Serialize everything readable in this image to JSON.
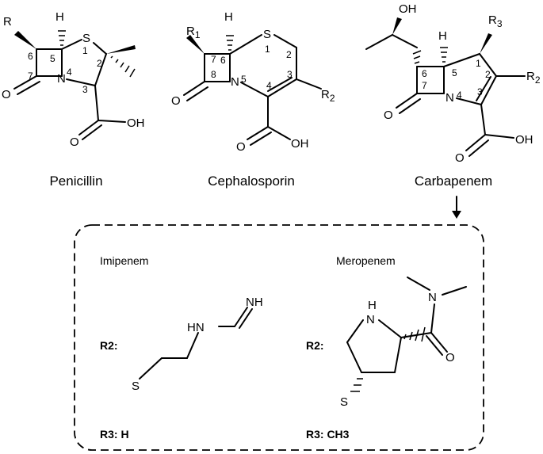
{
  "captions": {
    "penicillin": "Penicillin",
    "cephalosporin": "Cephalosporin",
    "carbapenem": "Carbapenem"
  },
  "penicillin": {
    "atoms": {
      "r": "R",
      "h": "H",
      "s": "S",
      "n": "N",
      "o_ring": "O",
      "o_acid": "O",
      "oh": "OH"
    },
    "numbers": {
      "n1": "1",
      "n2": "2",
      "n3": "3",
      "n4": "4",
      "n5": "5",
      "n6": "6",
      "n7": "7"
    }
  },
  "cephalosporin": {
    "atoms": {
      "r1": "R",
      "r1_sub": "1",
      "h": "H",
      "s": "S",
      "n": "N",
      "o_ring": "O",
      "o_acid": "O",
      "oh": "OH",
      "r2": "R",
      "r2_sub": "2"
    },
    "numbers": {
      "n1": "1",
      "n2": "2",
      "n3": "3",
      "n4": "4",
      "n5": "5",
      "n6": "6",
      "n7": "7",
      "n8": "8"
    }
  },
  "carbapenem": {
    "atoms": {
      "oh_top": "OH",
      "r3": "R",
      "r3_sub": "3",
      "h": "H",
      "n": "N",
      "o_ring": "O",
      "o_acid": "O",
      "oh": "OH",
      "r2": "R",
      "r2_sub": "2"
    },
    "numbers": {
      "n1": "1",
      "n2": "2",
      "n3": "3",
      "n4": "4",
      "n5": "5",
      "n6": "6",
      "n7": "7"
    }
  },
  "imipenem": {
    "title": "Imipenem",
    "r2_label": "R2:",
    "r3_label": "R3: H",
    "atoms": {
      "nh_top": "NH",
      "hn": "HN",
      "s": "S"
    }
  },
  "meropenem": {
    "title": "Meropenem",
    "r2_label": "R2:",
    "r3_label": "R3: CH3",
    "atoms": {
      "h": "H",
      "n_ring": "N",
      "n_amide": "N",
      "o": "O",
      "s": "S"
    }
  },
  "arrow_icon": "down-arrow-icon"
}
